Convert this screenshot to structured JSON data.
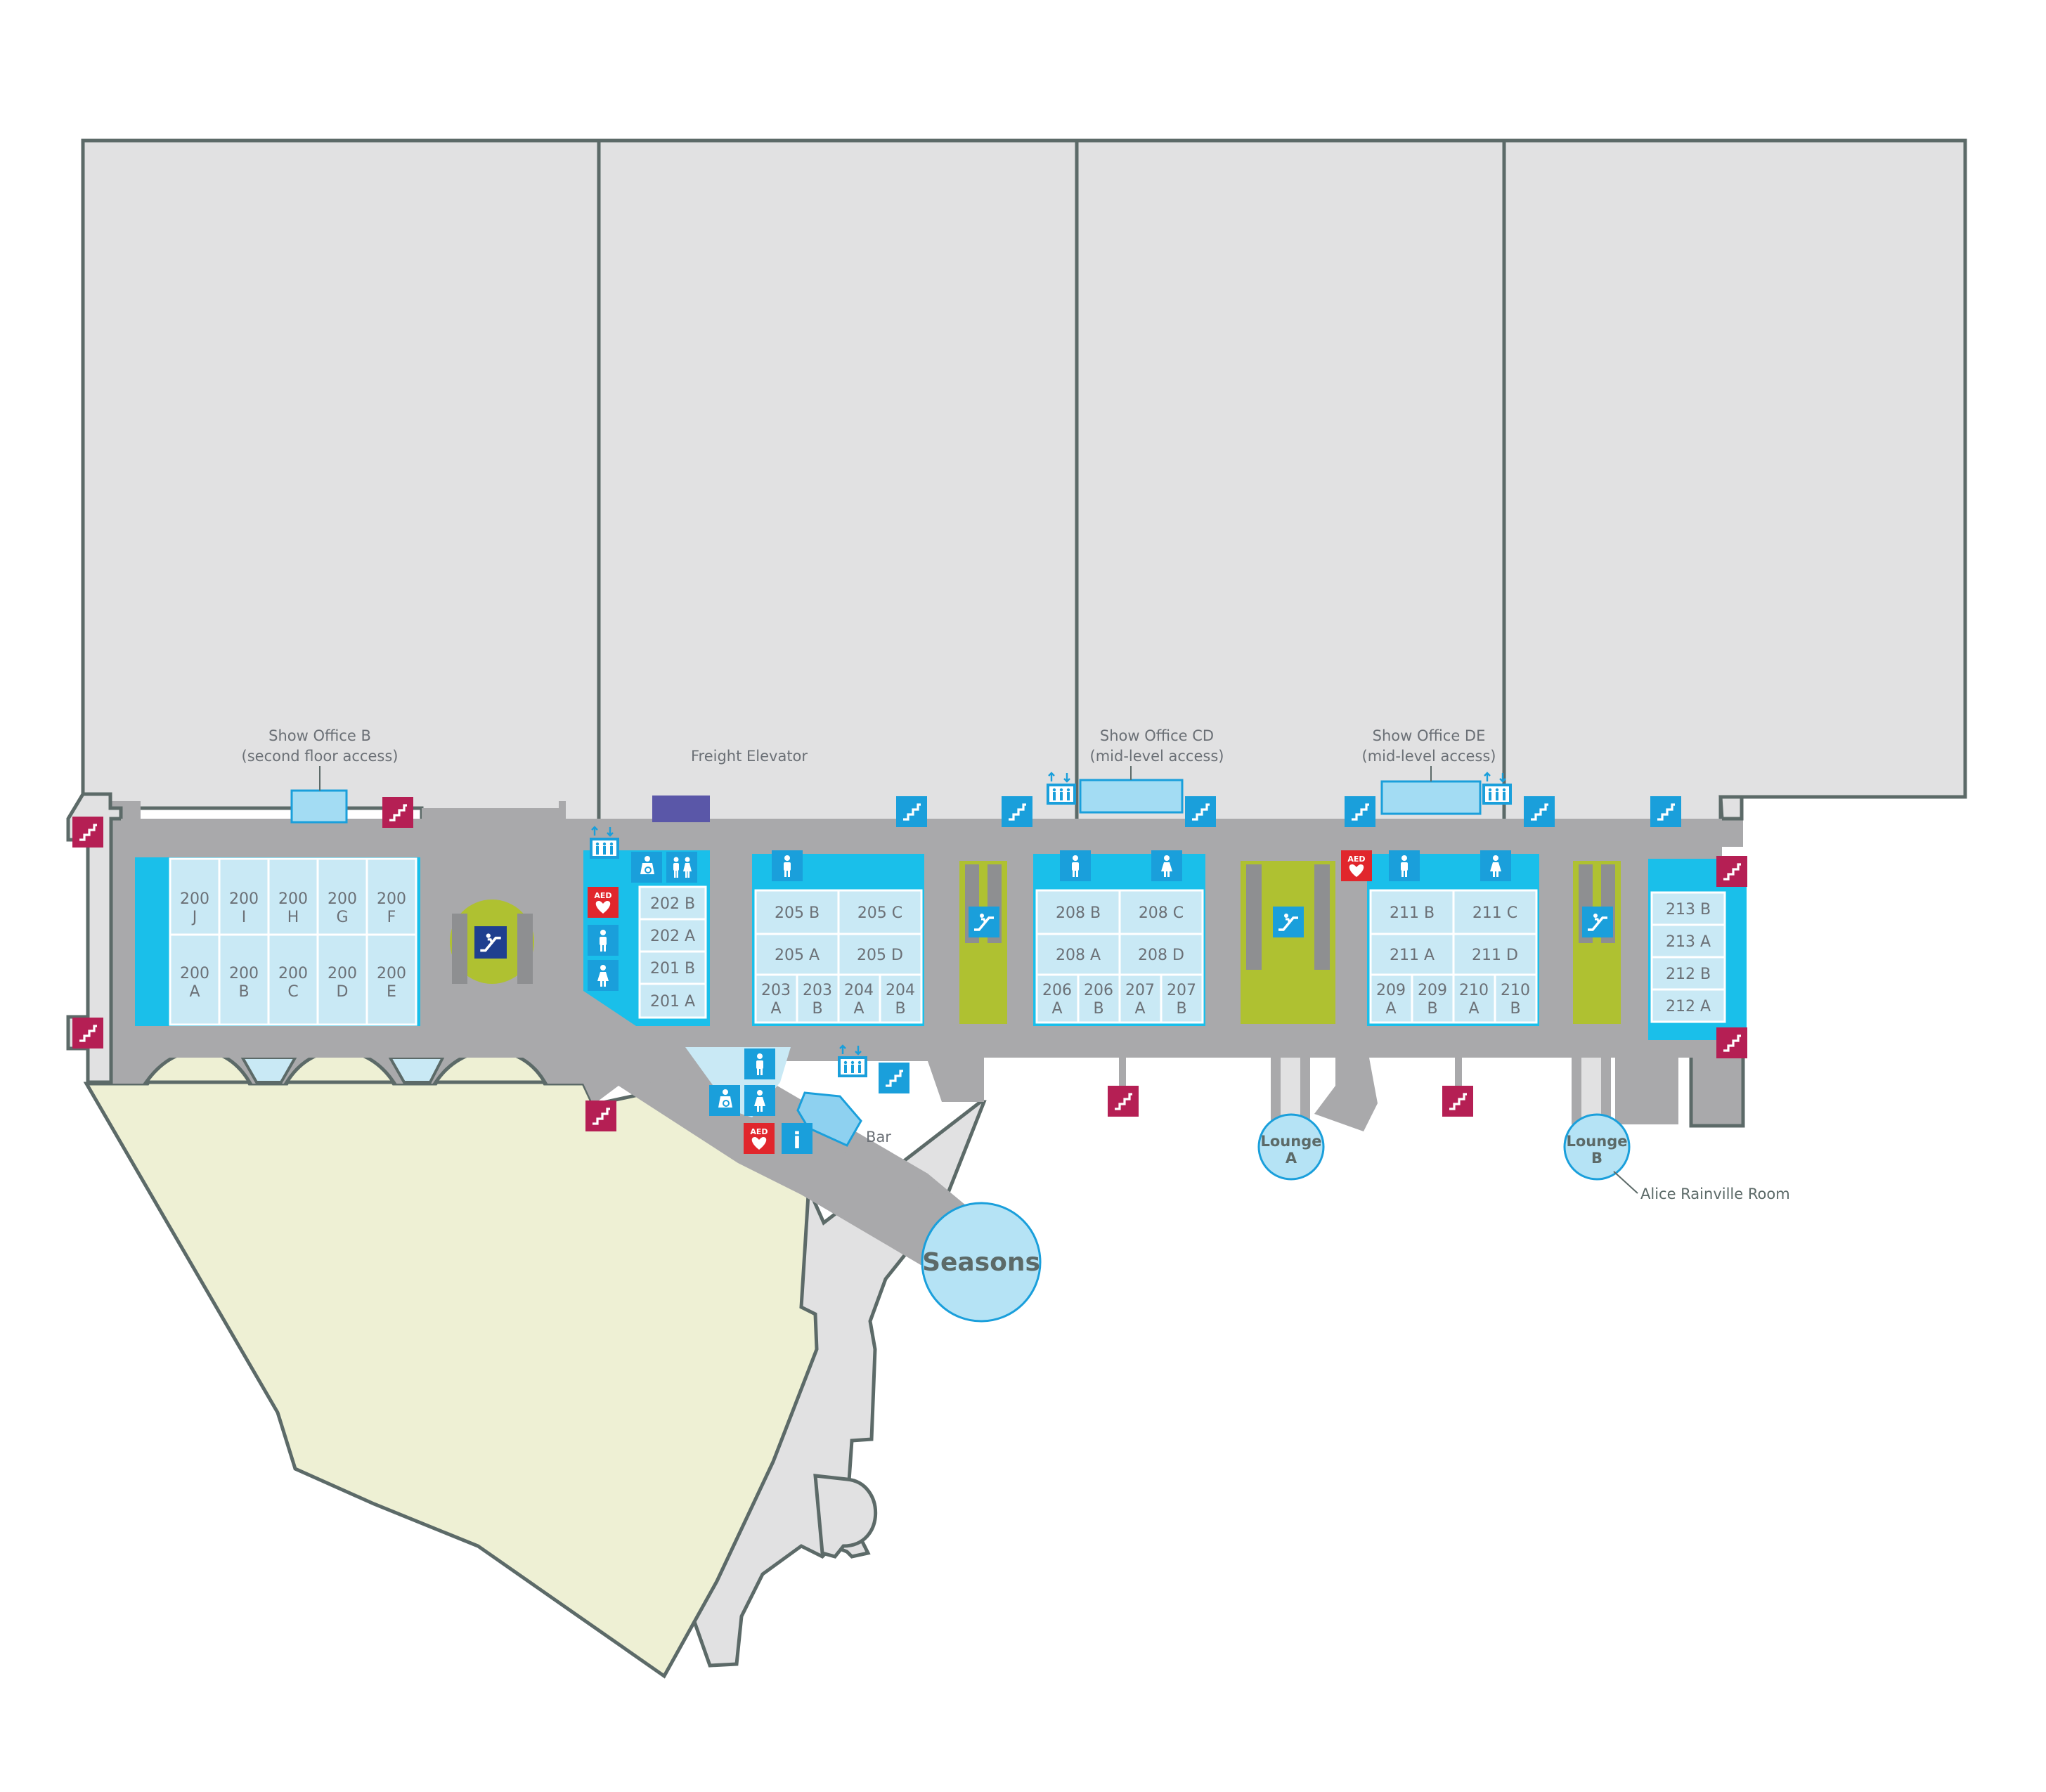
{
  "rooms": [
    {
      "id": "200j",
      "l1": "200",
      "l2": "J"
    },
    {
      "id": "200i",
      "l1": "200",
      "l2": "I"
    },
    {
      "id": "200h",
      "l1": "200",
      "l2": "H"
    },
    {
      "id": "200g",
      "l1": "200",
      "l2": "G"
    },
    {
      "id": "200f",
      "l1": "200",
      "l2": "F"
    },
    {
      "id": "200a",
      "l1": "200",
      "l2": "A"
    },
    {
      "id": "200b",
      "l1": "200",
      "l2": "B"
    },
    {
      "id": "200c",
      "l1": "200",
      "l2": "C"
    },
    {
      "id": "200d",
      "l1": "200",
      "l2": "D"
    },
    {
      "id": "200e",
      "l1": "200",
      "l2": "E"
    },
    {
      "id": "202b",
      "l1": "202 B"
    },
    {
      "id": "202a",
      "l1": "202 A"
    },
    {
      "id": "201b",
      "l1": "201 B"
    },
    {
      "id": "201a",
      "l1": "201 A"
    },
    {
      "id": "205b",
      "l1": "205 B"
    },
    {
      "id": "205c",
      "l1": "205 C"
    },
    {
      "id": "205a",
      "l1": "205 A"
    },
    {
      "id": "205d",
      "l1": "205 D"
    },
    {
      "id": "203a",
      "l1": "203",
      "l2": "A"
    },
    {
      "id": "203b",
      "l1": "203",
      "l2": "B"
    },
    {
      "id": "204a",
      "l1": "204",
      "l2": "A"
    },
    {
      "id": "204b",
      "l1": "204",
      "l2": "B"
    },
    {
      "id": "208b",
      "l1": "208 B"
    },
    {
      "id": "208c",
      "l1": "208 C"
    },
    {
      "id": "208a",
      "l1": "208 A"
    },
    {
      "id": "208d",
      "l1": "208 D"
    },
    {
      "id": "206a",
      "l1": "206",
      "l2": "A"
    },
    {
      "id": "206b",
      "l1": "206",
      "l2": "B"
    },
    {
      "id": "207a",
      "l1": "207",
      "l2": "A"
    },
    {
      "id": "207b",
      "l1": "207",
      "l2": "B"
    },
    {
      "id": "211b",
      "l1": "211 B"
    },
    {
      "id": "211c",
      "l1": "211 C"
    },
    {
      "id": "211a",
      "l1": "211 A"
    },
    {
      "id": "211d",
      "l1": "211 D"
    },
    {
      "id": "209a",
      "l1": "209",
      "l2": "A"
    },
    {
      "id": "209b",
      "l1": "209",
      "l2": "B"
    },
    {
      "id": "210a",
      "l1": "210",
      "l2": "A"
    },
    {
      "id": "210b",
      "l1": "210",
      "l2": "B"
    },
    {
      "id": "213b",
      "l1": "213 B"
    },
    {
      "id": "213a",
      "l1": "213 A"
    },
    {
      "id": "212b",
      "l1": "212 B"
    },
    {
      "id": "212a",
      "l1": "212 A"
    }
  ],
  "labels": {
    "show_office_b": [
      "Show Office B",
      "(second floor access)"
    ],
    "freight_elevator": "Freight Elevator",
    "show_office_cd": [
      "Show Office CD",
      "(mid-level access)"
    ],
    "show_office_de": [
      "Show Office DE",
      "(mid-level access)"
    ],
    "bar": "Bar",
    "seasons": "Seasons",
    "lounge_a": [
      "Lounge",
      "A"
    ],
    "lounge_b": [
      "Lounge",
      "B"
    ],
    "alice_rainville": "Alice Rainville Room",
    "aed": "AED",
    "info": "i"
  },
  "icons": {
    "stairs": "stairs-icon",
    "escalator": "escalator-icon",
    "elevator": "elevator-icon",
    "restroom_men": "men-restroom-icon",
    "restroom_women": "women-restroom-icon",
    "family_restroom": "family-restroom-icon",
    "nursing_room": "nursing-room-icon",
    "aed": "aed-icon",
    "information": "information-icon"
  },
  "colors": {
    "hall": "#e1e1e2",
    "hall_outline": "#5c6a68",
    "corridor": "#a9a9ab",
    "meeting_block": "#1abfea",
    "meeting_room": "#c9e9f5",
    "icon_blue": "#1a9fdb",
    "stair_red": "#b51f54",
    "aed_red": "#e1262c",
    "escalator_green": "#afc131",
    "ballroom": "#eef0d4",
    "freight_elevator": "#5a57a8"
  }
}
